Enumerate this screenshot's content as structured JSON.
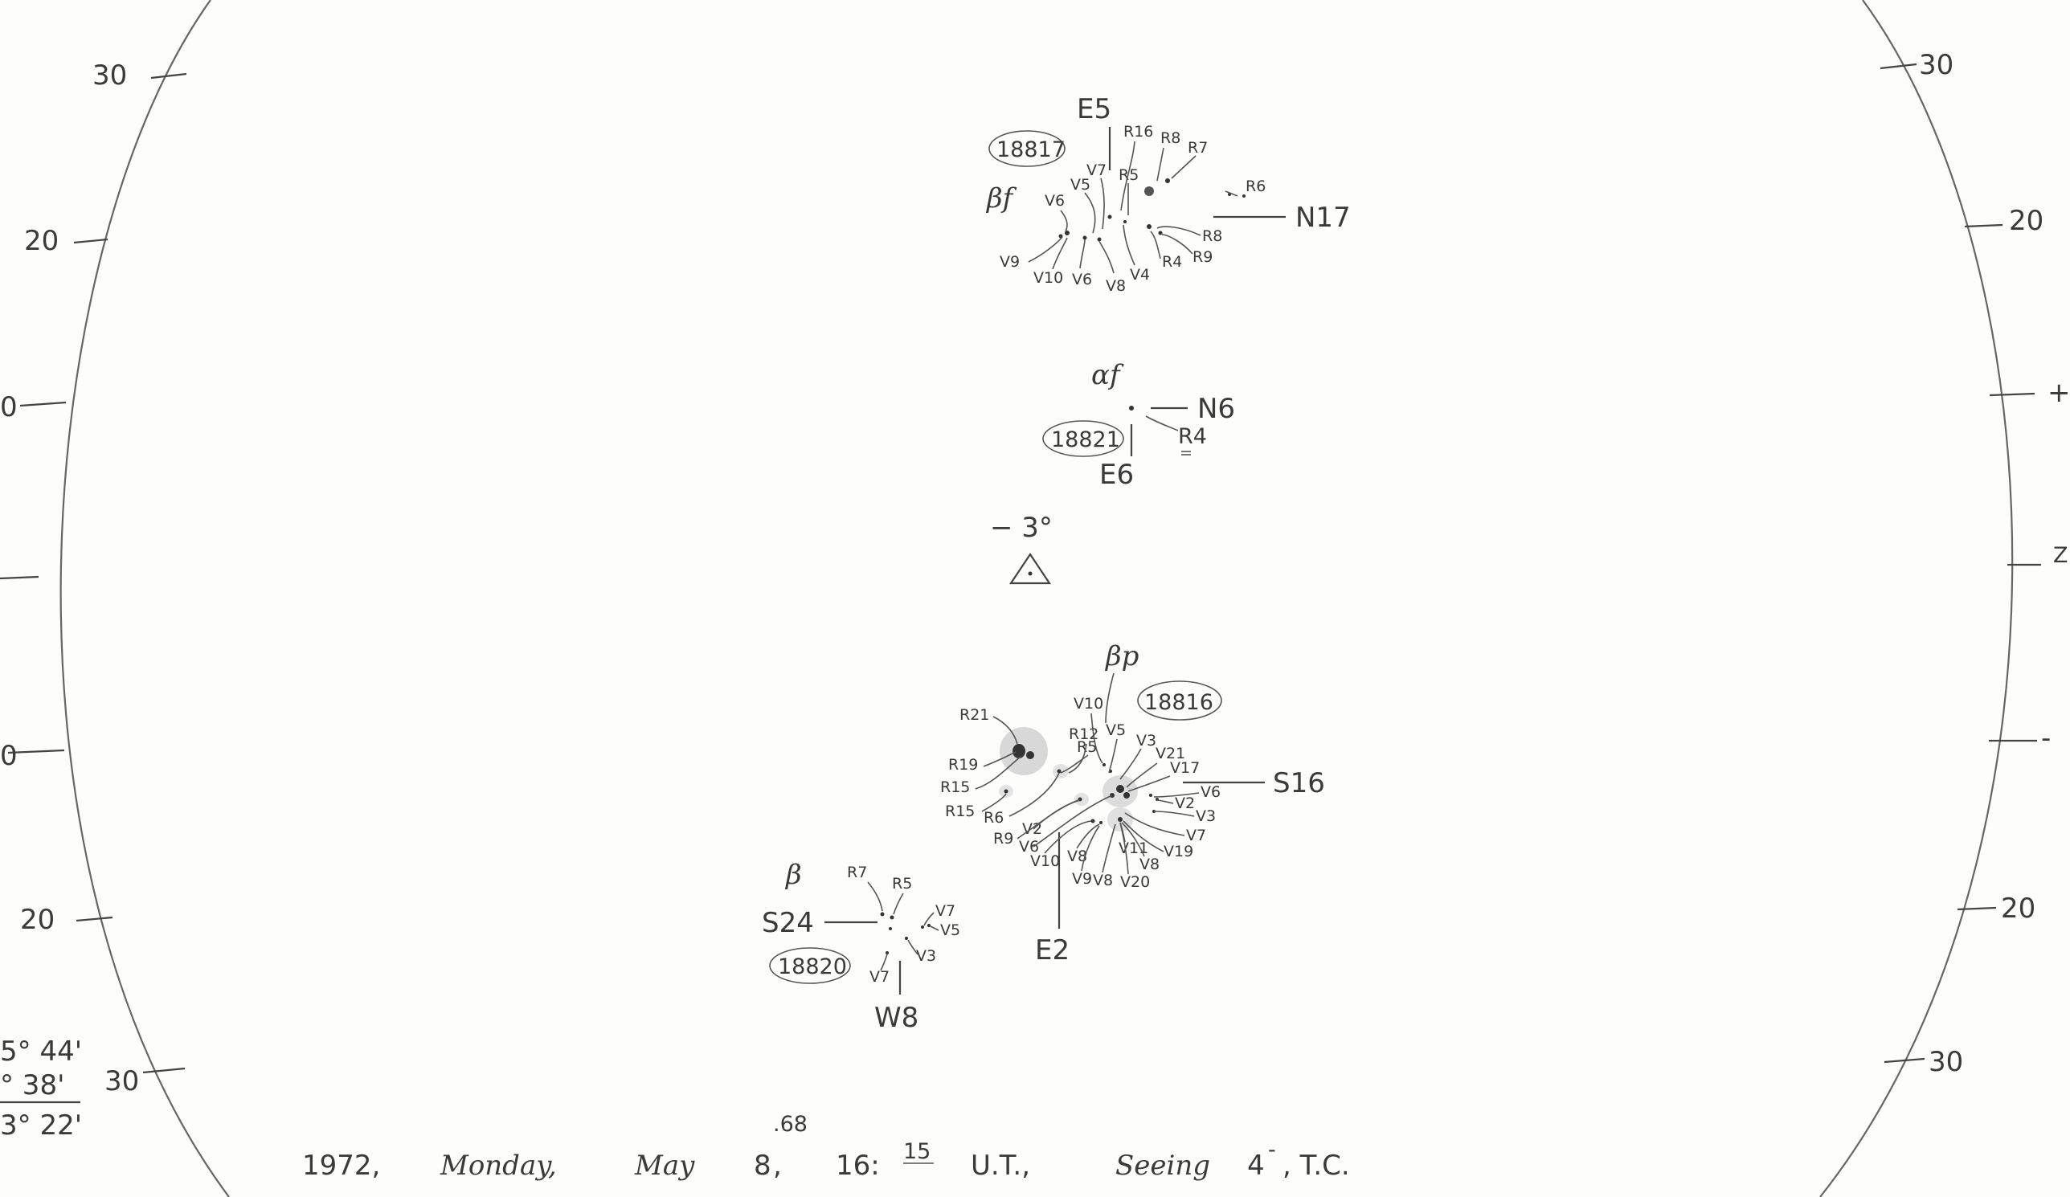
{
  "scale": {
    "left": [
      "30",
      "20",
      "0",
      "0",
      "20",
      "30"
    ],
    "right": [
      "30",
      "20",
      "+",
      "-",
      "20",
      "30"
    ]
  },
  "corner": {
    "line1": "5° 44'",
    "line2": "° 38'",
    "line3": "3° 22'"
  },
  "footer": {
    "year": "1972,",
    "day": "Monday,",
    "month": "May",
    "date": "8",
    "date_frac": ".68",
    "comma1": ",",
    "time": "16:",
    "time_min": "15",
    "ut": "U.T.,",
    "seeing_label": "Seeing",
    "seeing_value": "4",
    "seeing_sup": "-",
    "initials": ", T.C."
  },
  "center_mark": {
    "label": "− 3°"
  },
  "groups": {
    "g18817": {
      "number": "18817",
      "class": "βf",
      "extent_top": "E5",
      "extent_right": "N17",
      "spots": [
        "R16",
        "R8",
        "R7",
        "R5",
        "R6",
        "V7",
        "V5",
        "V6",
        "R8",
        "R4",
        "R9",
        "V9",
        "V10",
        "V6",
        "V8",
        "V4"
      ]
    },
    "g18821": {
      "number": "18821",
      "class": "αf",
      "extent_right": "N6",
      "extent_bottom": "E6",
      "spots": [
        "R4"
      ]
    },
    "g18816": {
      "number": "18816",
      "class": "βp",
      "extent_right": "S16",
      "extent_bottom": "E2",
      "spots": [
        "R21",
        "V10",
        "R12",
        "V5",
        "V3",
        "R5",
        "V21",
        "V17",
        "R19",
        "R15",
        "R15",
        "R6",
        "R9",
        "V2",
        "V6",
        "V6",
        "V2",
        "V3",
        "V7",
        "V19",
        "V10",
        "V8",
        "V9",
        "V8",
        "V20",
        "V11",
        "V8"
      ]
    },
    "g18820": {
      "number": "18820",
      "class": "β",
      "extent_left": "S24",
      "extent_bottom": "W8",
      "spots": [
        "R7",
        "R5",
        "V7",
        "V5",
        "V3",
        "V7"
      ]
    }
  },
  "edge_right_text": "Z"
}
